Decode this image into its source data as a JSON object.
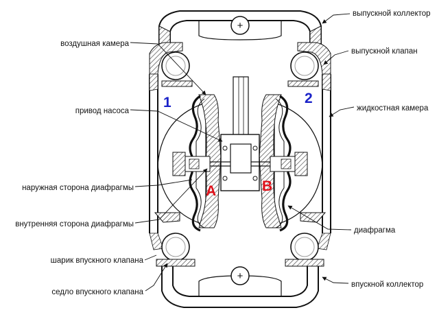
{
  "labels": {
    "discharge_manifold": "выпускной коллектор",
    "discharge_valve": "выпускной клапан",
    "fluid_chamber": "жидкостная камера",
    "air_chamber": "воздушная камера",
    "pump_drive": "привод насоса",
    "outer_side_diaphragm": "наружная сторона диафрагмы",
    "inner_side_diaphragm": "внутренняя сторона диафрагмы",
    "diaphragm": "диафрагма",
    "inlet_ball": "шарик впускного клапана",
    "inlet_seat": "седло впускного клапана",
    "inlet_manifold": "впускной коллектор"
  },
  "markers": {
    "chamber_1": "1",
    "chamber_2": "2",
    "side_a": "A",
    "side_b": "B",
    "plus_top": "+",
    "plus_bottom": "+"
  },
  "colors": {
    "number_color": "#1a22c8",
    "letter_color": "#e0101a",
    "line_color": "#111111",
    "hatch_color": "#555555"
  }
}
